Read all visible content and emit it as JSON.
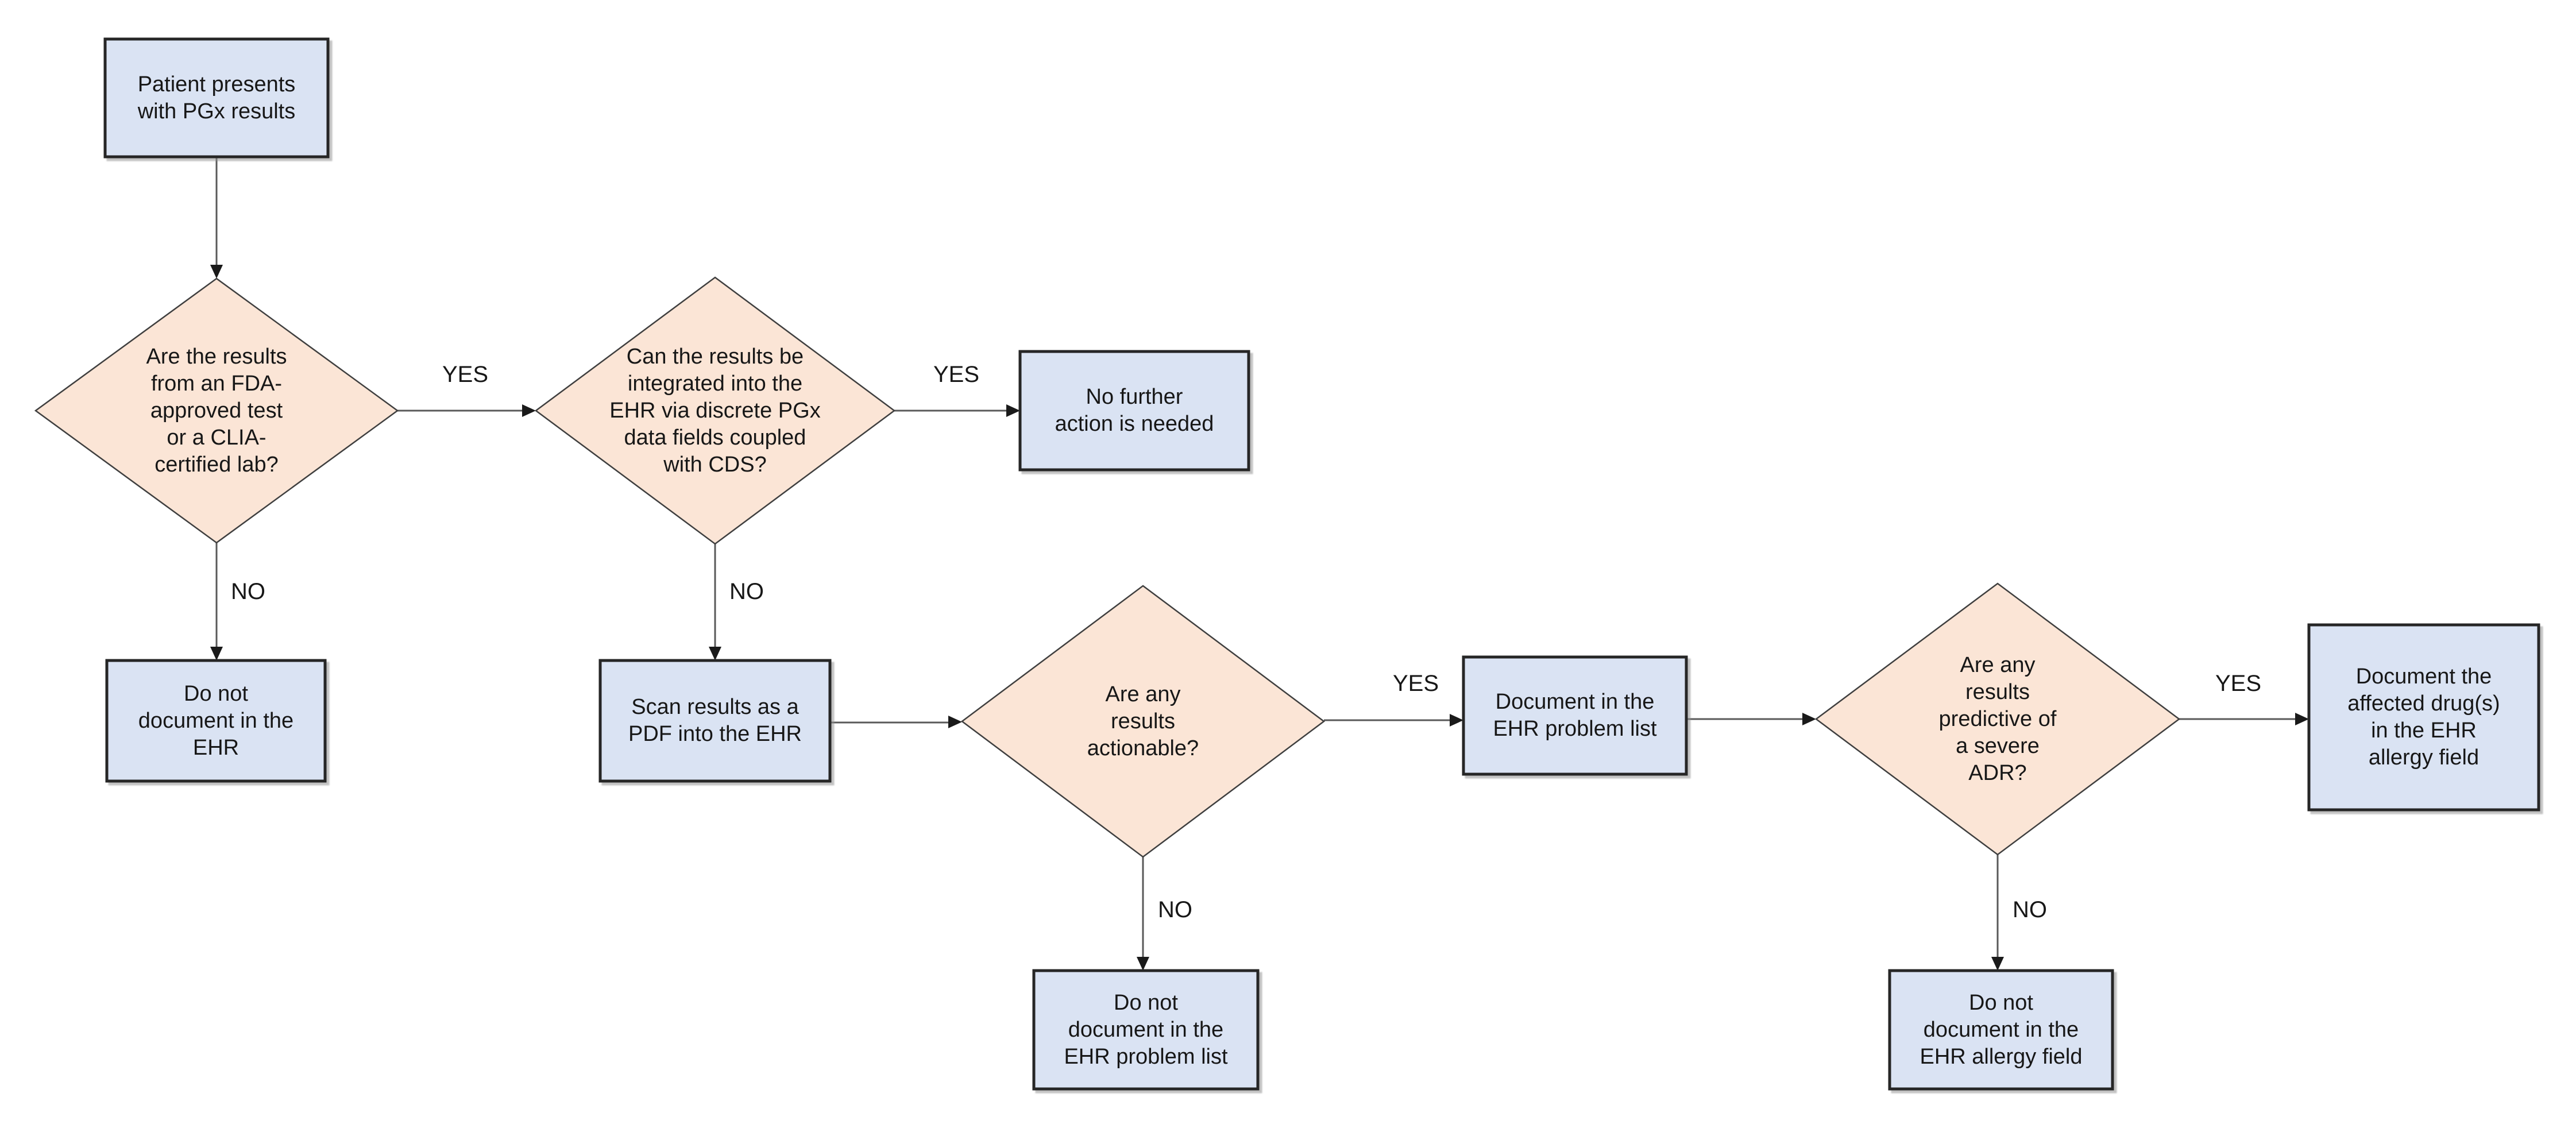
{
  "diagram": {
    "type": "flowchart",
    "topic": "Documentation of PGx results in the EHR"
  },
  "colors": {
    "process_box_fill": "#dae3f3",
    "process_box_border": "#262626",
    "decision_diamond_fill": "#fbe5d6",
    "decision_diamond_border": "#3f3f3f",
    "connector_line": "#595959",
    "arrowhead": "#1a1a1a",
    "text": "#171717",
    "background": "#ffffff"
  },
  "nodes": {
    "start": {
      "type": "process",
      "label": "Patient presents\nwith PGx results"
    },
    "fda_clia": {
      "type": "decision",
      "label": "Are the results\nfrom an FDA-\napproved test\nor a CLIA-\ncertified lab?"
    },
    "integrate": {
      "type": "decision",
      "label": "Can the results be\nintegrated into the\nEHR via discrete PGx\ndata fields coupled\nwith CDS?"
    },
    "no_action": {
      "type": "process",
      "label": "No further\naction is needed"
    },
    "no_doc_ehr": {
      "type": "process",
      "label": "Do not\ndocument in the\nEHR"
    },
    "scan_pdf": {
      "type": "process",
      "label": "Scan results as a\nPDF into the EHR"
    },
    "actionable": {
      "type": "decision",
      "label": "Are any\nresults\nactionable?"
    },
    "doc_problem": {
      "type": "process",
      "label": "Document in the\nEHR problem list"
    },
    "no_doc_problem": {
      "type": "process",
      "label": "Do not\ndocument in the\nEHR problem list"
    },
    "severe_adr": {
      "type": "decision",
      "label": "Are any\nresults\npredictive of\na severe\nADR?"
    },
    "doc_allergy": {
      "type": "process",
      "label": "Document the\naffected drug(s)\nin the EHR\nallergy field"
    },
    "no_doc_allergy": {
      "type": "process",
      "label": "Do not\ndocument in the\nEHR allergy field"
    }
  },
  "edge_labels": {
    "fda_yes": "YES",
    "fda_no": "NO",
    "integrate_yes": "YES",
    "integrate_no": "NO",
    "actionable_yes": "YES",
    "actionable_no": "NO",
    "adr_yes": "YES",
    "adr_no": "NO"
  }
}
